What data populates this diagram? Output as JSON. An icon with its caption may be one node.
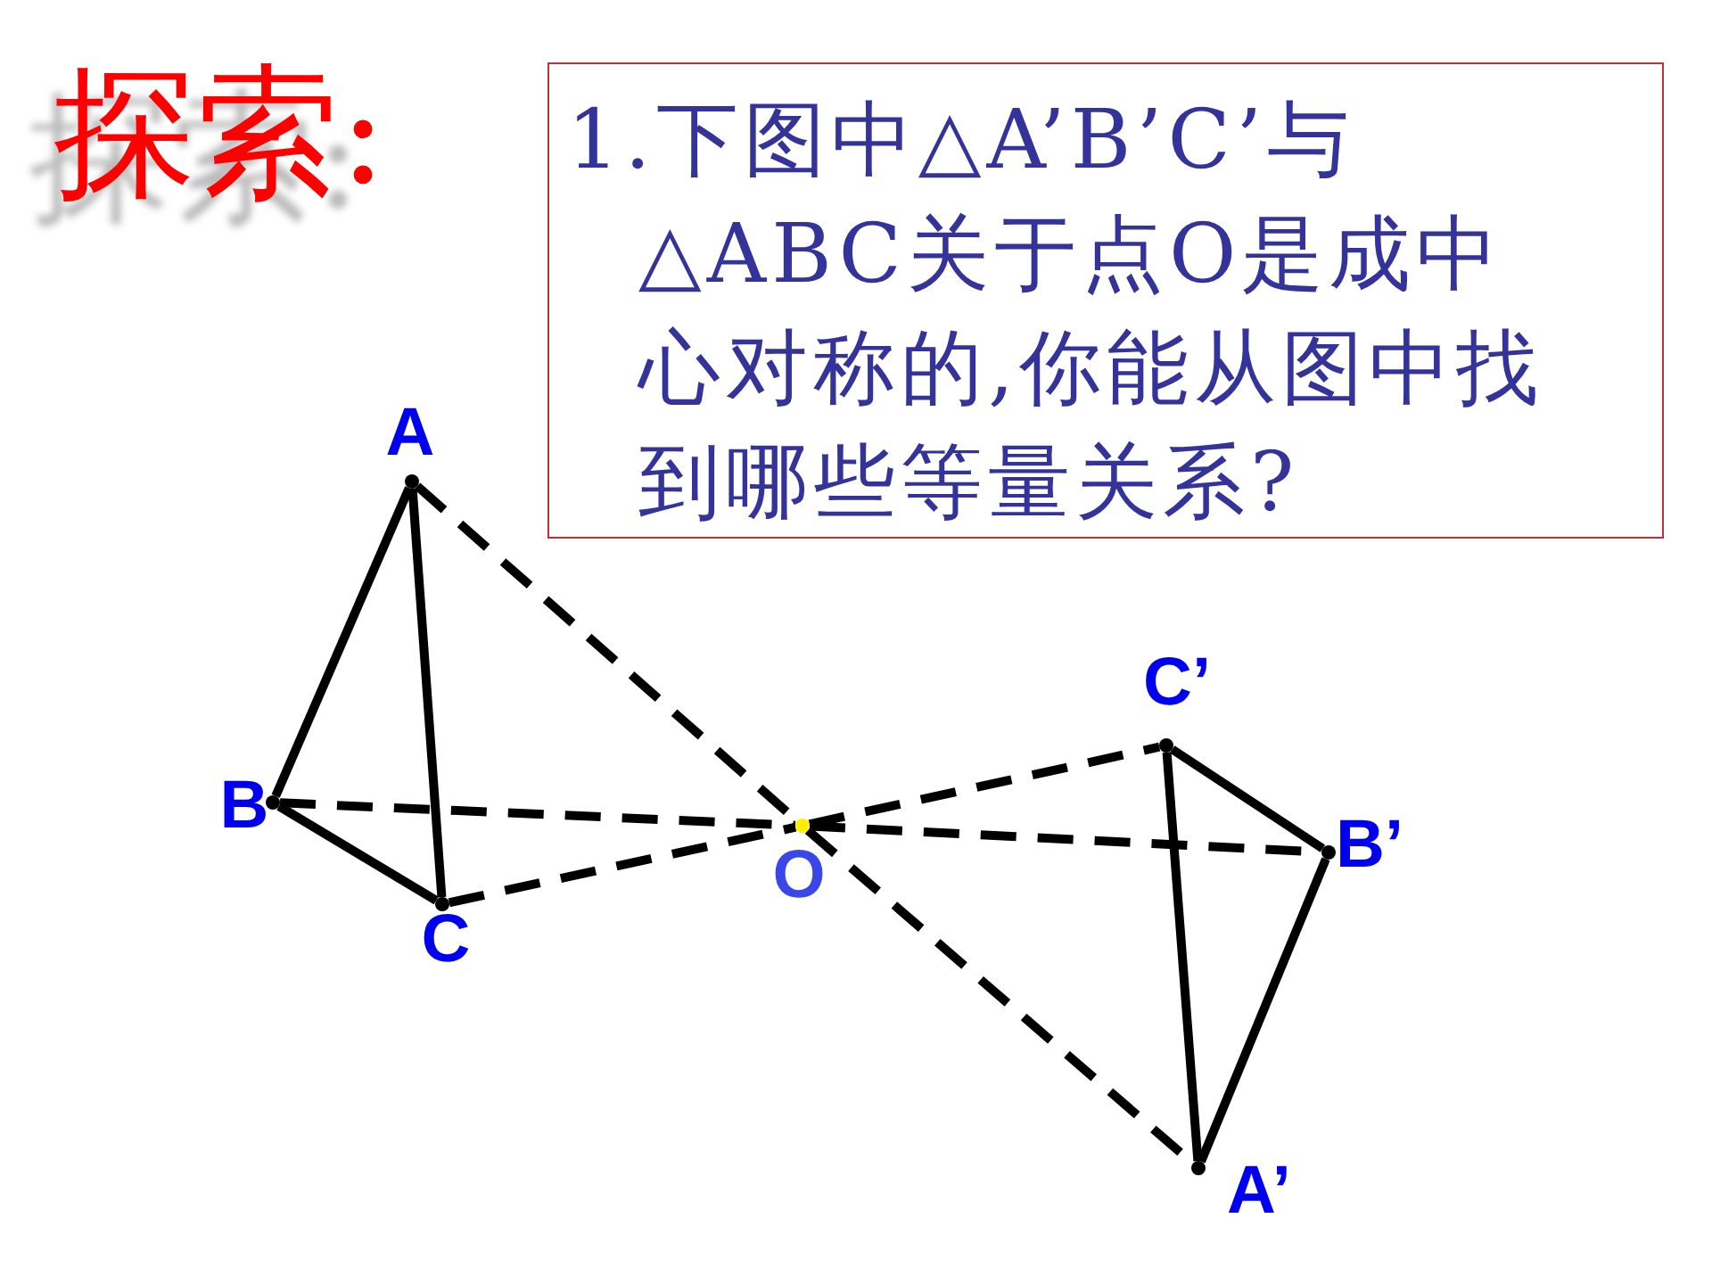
{
  "diagram": {
    "title": "探索:",
    "nodes": [
      {
        "text": [
          "1.下图中△A’B’C’与△ABC关于点O是成中心对称的,你能从图中找到哪些等量关系?"
        ]
      },
      {
        "text": [],
        "shape": "point",
        "beside": [
          "A"
        ]
      },
      {
        "text": [],
        "shape": "point",
        "beside": [
          "B"
        ]
      },
      {
        "text": [],
        "shape": "point",
        "beside": [
          "C"
        ]
      },
      {
        "text": [],
        "shape": "point",
        "beside": [
          "O"
        ]
      },
      {
        "text": [],
        "shape": "point",
        "beside": [
          "C’"
        ]
      },
      {
        "text": [],
        "shape": "point",
        "beside": [
          "B’"
        ]
      },
      {
        "text": [],
        "shape": "point",
        "beside": [
          "A’"
        ]
      }
    ],
    "edges": [
      {
        "from": 1,
        "to": 2,
        "arrow": "none"
      },
      {
        "from": 1,
        "to": 3,
        "arrow": "none"
      },
      {
        "from": 2,
        "to": 3,
        "arrow": "none"
      },
      {
        "from": 5,
        "to": 6,
        "arrow": "none"
      },
      {
        "from": 5,
        "to": 7,
        "arrow": "none"
      },
      {
        "from": 6,
        "to": 7,
        "arrow": "none"
      },
      {
        "from": 1,
        "to": 4,
        "arrow": "none",
        "style": "dashed"
      },
      {
        "from": 4,
        "to": 7,
        "arrow": "none",
        "style": "dashed"
      },
      {
        "from": 2,
        "to": 4,
        "arrow": "none",
        "style": "dashed"
      },
      {
        "from": 4,
        "to": 6,
        "arrow": "none",
        "style": "dashed"
      },
      {
        "from": 3,
        "to": 4,
        "arrow": "none",
        "style": "dashed"
      },
      {
        "from": 4,
        "to": 5,
        "arrow": "none",
        "style": "dashed"
      }
    ]
  }
}
